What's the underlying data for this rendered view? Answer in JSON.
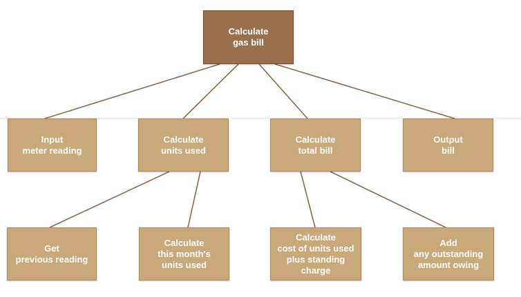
{
  "diagram": {
    "root": {
      "lines": [
        "Calculate",
        "gas bill"
      ]
    },
    "level1": [
      {
        "lines": [
          "Input",
          "meter reading"
        ]
      },
      {
        "lines": [
          "Calculate",
          "units used"
        ]
      },
      {
        "lines": [
          "Calculate",
          "total bill"
        ]
      },
      {
        "lines": [
          "Output",
          "bill"
        ]
      }
    ],
    "level2": [
      {
        "lines": [
          "Get",
          "previous reading"
        ]
      },
      {
        "lines": [
          "Calculate",
          "this month's",
          "units used"
        ]
      },
      {
        "lines": [
          "Calculate",
          "cost of units used",
          "plus standing",
          "charge"
        ]
      },
      {
        "lines": [
          "Add",
          "any outstanding",
          "amount owing"
        ]
      }
    ],
    "colors": {
      "root_fill": "#9a6f4e",
      "node_fill": "#c9a97a",
      "connector": "#8a6a4a",
      "text": "#ffffff"
    }
  }
}
